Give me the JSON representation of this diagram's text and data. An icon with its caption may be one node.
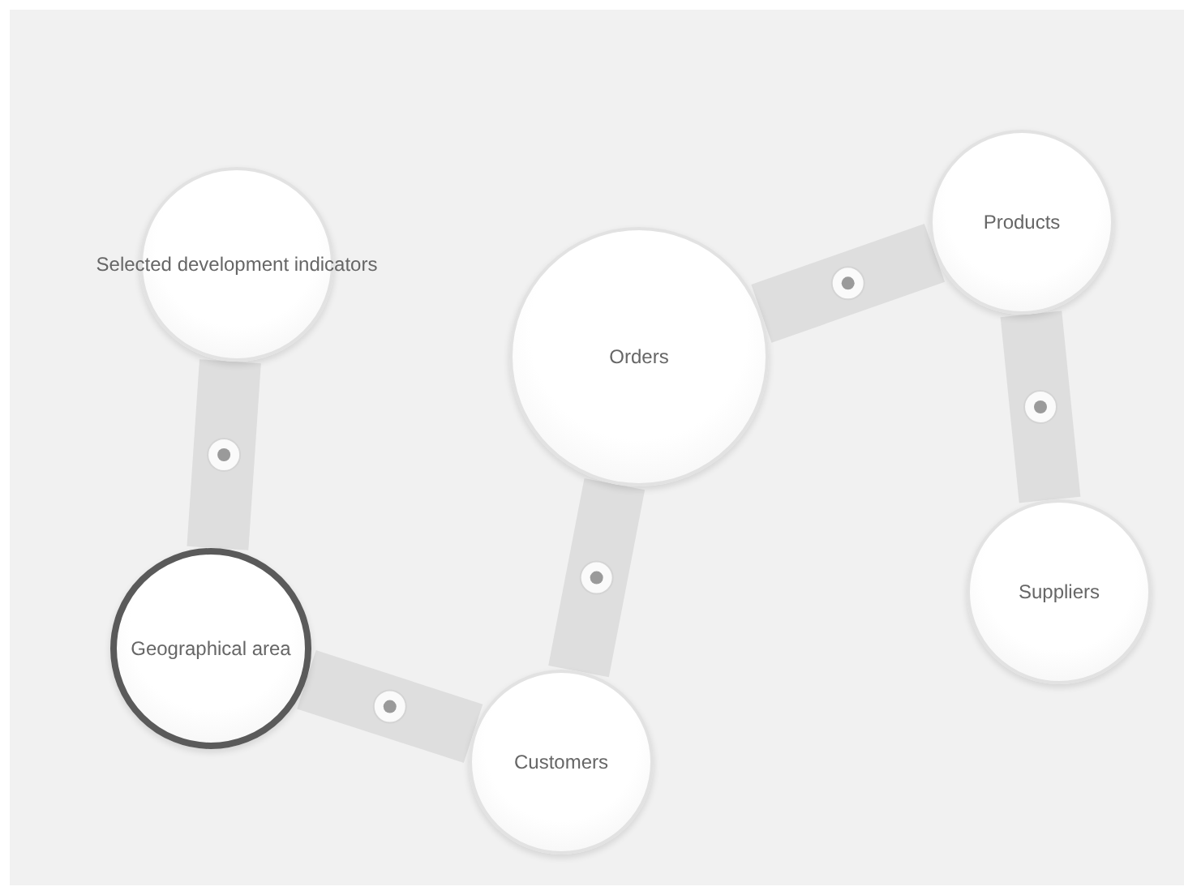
{
  "diagram": {
    "nodes": [
      {
        "text": [
          "Selected development indicators"
        ]
      },
      {
        "text": [
          "Orders"
        ]
      },
      {
        "text": [
          "Products"
        ]
      },
      {
        "text": [
          "Geographical area"
        ]
      },
      {
        "text": [
          "Customers"
        ]
      },
      {
        "text": [
          "Suppliers"
        ]
      }
    ],
    "edges": [
      {
        "from": 0,
        "to": 3,
        "arrow": "none"
      },
      {
        "from": 3,
        "to": 4,
        "arrow": "none"
      },
      {
        "from": 4,
        "to": 1,
        "arrow": "none"
      },
      {
        "from": 1,
        "to": 2,
        "arrow": "none"
      },
      {
        "from": 2,
        "to": 5,
        "arrow": "none"
      }
    ]
  }
}
